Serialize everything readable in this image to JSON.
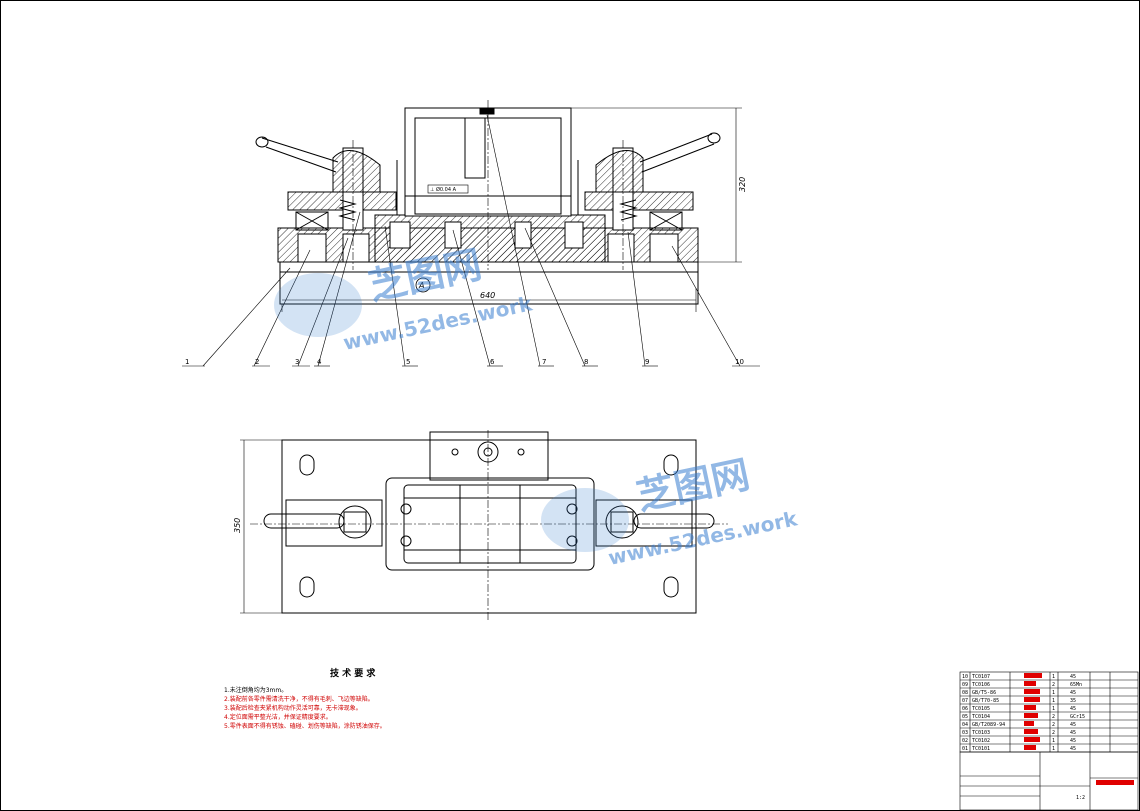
{
  "watermark": {
    "brand": "芝图网",
    "url": "www.52des.work",
    "color": "#3a7fd0"
  },
  "dimensions": {
    "height_front": "320",
    "width_front": "640",
    "height_top": "350",
    "section_marker": "A",
    "tolerance_box": "⊥ Ø0.04 A"
  },
  "callouts": [
    "1",
    "2",
    "3",
    "4",
    "5",
    "6",
    "7",
    "8",
    "9",
    "10"
  ],
  "tech_requirements": {
    "title": "技 术 要 求",
    "items": [
      "1.未注倒角均为3mm。",
      "2.装配前各零件需清洗干净，不得有毛刺、飞边等缺陷。",
      "3.装配后检查夹紧机构动作灵活可靠，无卡滞现象。",
      "4.定位面需平整光洁，并保证精度要求。",
      "5.零件表面不得有锈蚀、磕碰、划伤等缺陷，涂防锈油保存。"
    ]
  },
  "bom": {
    "rows": [
      {
        "no": "10",
        "code": "TC0107",
        "qty": "1",
        "mat": "45"
      },
      {
        "no": "09",
        "code": "TC0106",
        "qty": "2",
        "mat": "65Mn"
      },
      {
        "no": "08",
        "code": "GB/T5-86",
        "qty": "1",
        "mat": "45"
      },
      {
        "no": "07",
        "code": "GB/T70-85",
        "qty": "1",
        "mat": "35"
      },
      {
        "no": "06",
        "code": "TC0105",
        "qty": "1",
        "mat": "45"
      },
      {
        "no": "05",
        "code": "TC0104",
        "qty": "2",
        "mat": "GCr15"
      },
      {
        "no": "04",
        "code": "GB/T2089-94",
        "qty": "2",
        "mat": "45"
      },
      {
        "no": "03",
        "code": "TC0103",
        "qty": "2",
        "mat": "45"
      },
      {
        "no": "02",
        "code": "TC0102",
        "qty": "1",
        "mat": "45"
      },
      {
        "no": "01",
        "code": "TC0101",
        "qty": "1",
        "mat": "45"
      }
    ],
    "scale": "1:2"
  },
  "colors": {
    "line": "#000000",
    "highlight": "#e00000"
  }
}
